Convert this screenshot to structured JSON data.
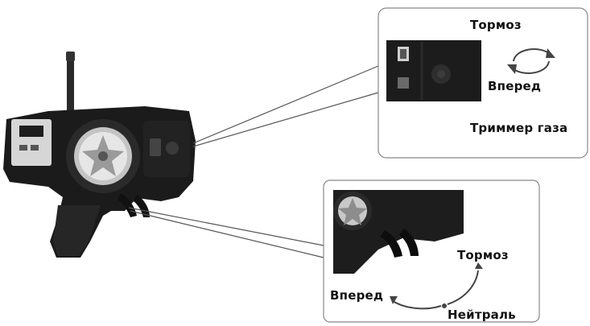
{
  "callout_top": {
    "brake_label": "Тормоз",
    "forward_label": "Вперед",
    "trim_label": "Триммер газа"
  },
  "callout_bottom": {
    "brake_label": "Тормоз",
    "forward_label": "Вперед",
    "neutral_label": "Нейтраль"
  },
  "colors": {
    "body": "#1b1b1b",
    "panel": "#d6d6d6",
    "wheel": "#bdbdbd",
    "line": "#555555",
    "frame": "#888888"
  }
}
